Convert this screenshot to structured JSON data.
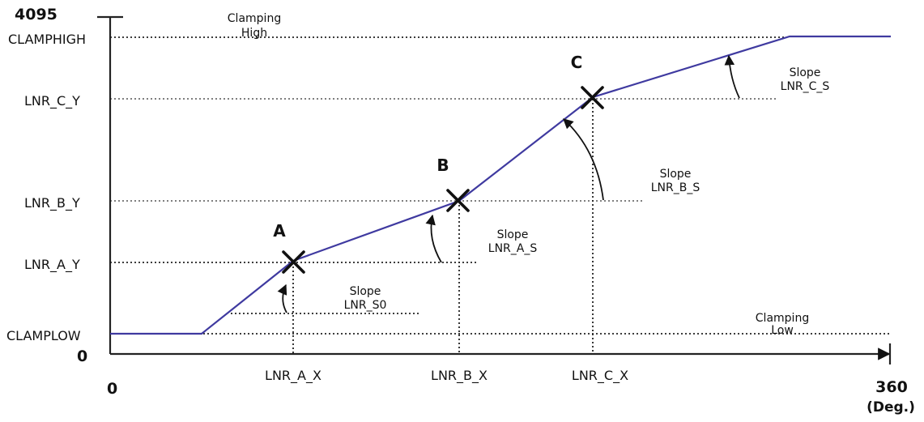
{
  "labels": {
    "y_top": "4095",
    "clamp_high": "CLAMPHIGH",
    "lnr_c_y": "LNR_C_Y",
    "lnr_b_y": "LNR_B_Y",
    "lnr_a_y": "LNR_A_Y",
    "clamp_low": "CLAMPLOW",
    "y_zero": "0",
    "x_zero": "0",
    "x_max": "360",
    "x_unit": "(Deg.)",
    "lnr_a_x": "LNR_A_X",
    "lnr_b_x": "LNR_B_X",
    "lnr_c_x": "LNR_C_X",
    "point_a": "A",
    "point_b": "B",
    "point_c": "C",
    "clamping_high_1": "Clamping",
    "clamping_high_2": "High",
    "clamping_low_1": "Clamping",
    "clamping_low_2": "Low",
    "slope_word": "Slope",
    "slope_s0": "LNR_S0",
    "slope_a": "LNR_A_S",
    "slope_b": "LNR_B_S",
    "slope_c": "LNR_C_S"
  },
  "colors": {
    "curve": "#3f3aa0",
    "axis": "#222222",
    "guide": "#555555",
    "text": "#111111"
  }
}
